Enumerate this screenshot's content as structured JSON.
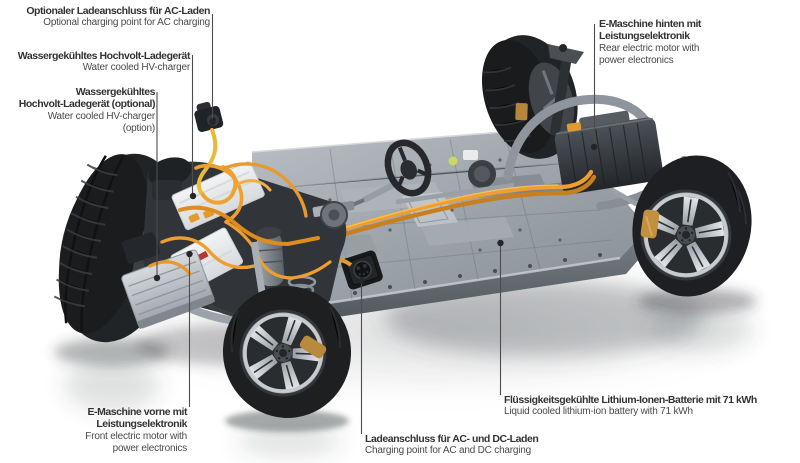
{
  "labels": [
    {
      "id": "optional-ac-charging",
      "de": "Optionaler Ladeanschluss für AC-Laden",
      "en": "Optional charging point for AC charging"
    },
    {
      "id": "hv-charger",
      "de": "Wassergekühltes Hochvolt-Ladegerät",
      "en": "Water cooled HV-charger"
    },
    {
      "id": "hv-charger-optional",
      "de": "Wassergekühltes\nHochvolt-Ladegerät (optional)",
      "en": "Water cooled HV-charger\n(option)"
    },
    {
      "id": "rear-motor",
      "de": "E-Maschine hinten mit\nLeistungselektronik",
      "en": "Rear electric motor with\npower electronics"
    },
    {
      "id": "front-motor",
      "de": "E-Maschine vorne mit\nLeistungselektronik",
      "en": "Front electric motor with\npower electronics"
    },
    {
      "id": "charging-point",
      "de": "Ladeanschluss für AC- und DC-Laden",
      "en": "Charging point for AC and DC charging"
    },
    {
      "id": "battery",
      "de": "Flüssigkeitsgekühlte Lithium-Ionen-Batterie mit 71 kWh",
      "en": "Liquid cooled lithium-ion battery with 71 kWh"
    }
  ],
  "colors": {
    "background": "#ffffff",
    "text_german": "#333333",
    "text_english": "#4a4a4a",
    "callout_line": "#4d4d4d",
    "cable_orange": "#EF9F2F",
    "battery_gray": "#9AA0A7",
    "caliper_gold": "#BE8F3E"
  }
}
